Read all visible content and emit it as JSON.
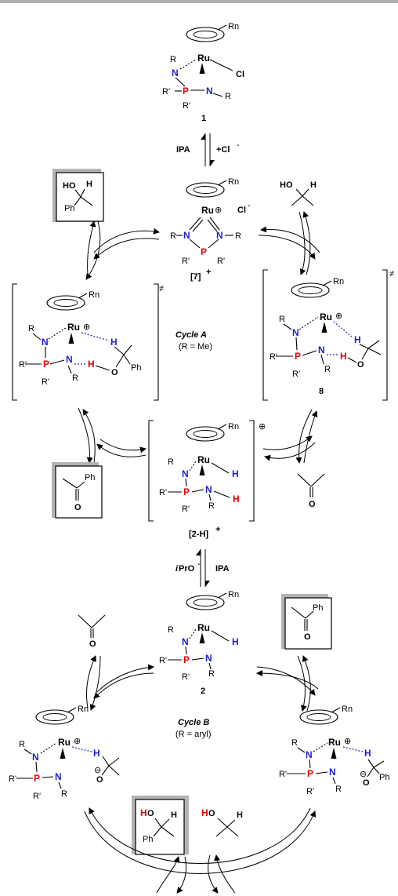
{
  "compound_labels": {
    "c1": "1",
    "c7": "[7]",
    "c7_charge": "+",
    "c8": "8",
    "c2H": "[2-H]",
    "c2H_charge": "+",
    "c2": "2"
  },
  "atoms": {
    "Ru": "Ru",
    "N": "N",
    "P": "P",
    "R": "R",
    "Rp": "R'",
    "Cl": "Cl",
    "Cl_minus": "Cl",
    "H": "H",
    "HO": "HO",
    "O": "O",
    "Ph": "Ph",
    "Rn": "Rn"
  },
  "charges": {
    "plus": "⊕",
    "minus": "⊖",
    "dagger": "≠",
    "sup_minus": "-"
  },
  "reagents": {
    "IPA_1": "IPA",
    "plus_Cl": "+Cl",
    "i_prefix": "i",
    "PrO": "PrO",
    "IPA_2": "IPA"
  },
  "cycles": {
    "A_title": "Cycle A",
    "A_cond": "(R = Me)",
    "B_title": "Cycle B",
    "B_cond": "(R = aryl)"
  }
}
